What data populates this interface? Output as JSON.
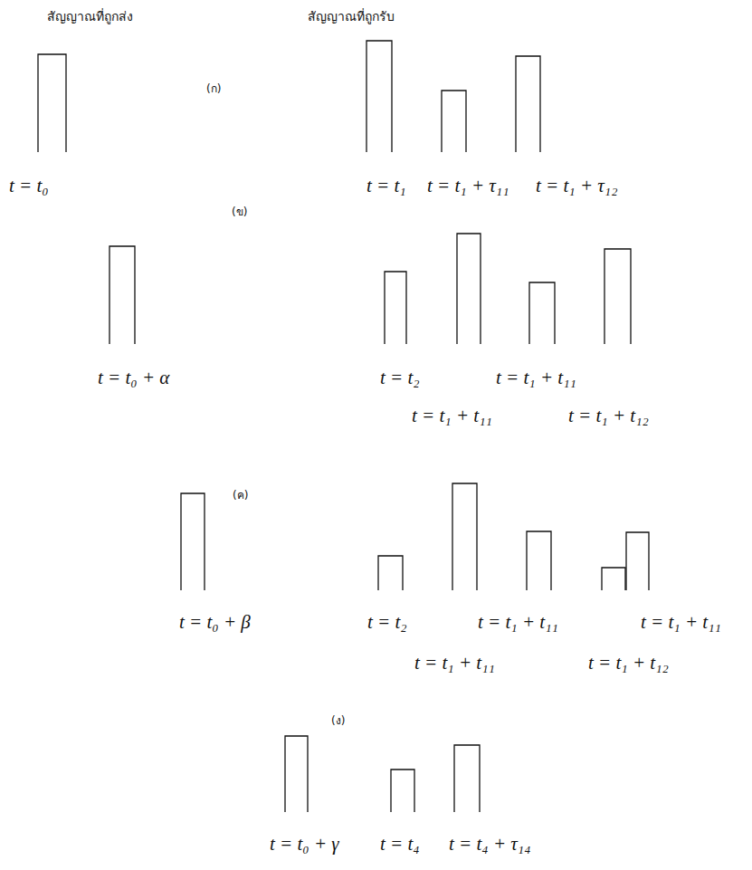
{
  "diagram": {
    "labels": [
      "สัญญาณที่ถูกส่ง",
      "สัญญาณที่ถูกรับ",
      "(ก)",
      "t = t₀",
      "t = t₁",
      "t = t₁ + τ₁₁",
      "t = t₁ + τ₁₂",
      "(ข)",
      "t = t₀ + α",
      "t = t₂",
      "t = t₁ + t₁₁",
      "t = t₁ + t₁₁",
      "t = t₁ + t₁₂",
      "(ค)",
      "t = t₀ + β",
      "t = t₂",
      "t = t₁ + t₁₁",
      "t = t₁ + t₁₁",
      "t = t₁ + t₁₁",
      "t = t₁ + t₁₂",
      "(ง)",
      "t = t₀ + γ",
      "t = t₄",
      "t = t₄ + τ₁₄"
    ]
  }
}
